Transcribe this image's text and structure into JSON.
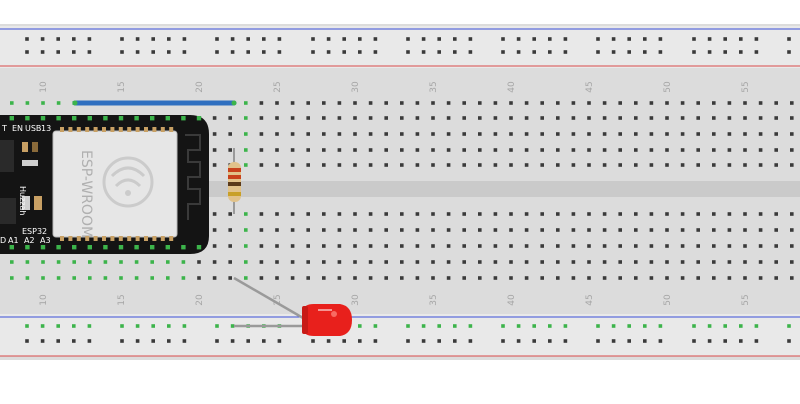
{
  "breadboard": {
    "column_numbers": [
      "10",
      "15",
      "20",
      "25",
      "30",
      "35",
      "40",
      "45",
      "50",
      "55"
    ],
    "colors": {
      "board": "#dcdcdc",
      "rail_bg": "#e9e9e9",
      "center_channel": "#c9c9c9",
      "hole": "#3a3a3a",
      "hole_connected": "#3cb44b",
      "rail_line_red": "#d94a4a",
      "rail_line_blue": "#3a4fd8",
      "label": "#a6a6a6"
    }
  },
  "esp32": {
    "module_label": "ESP-WROOM",
    "board_name": "Huzzah",
    "chip_label": "ESP32",
    "top_pins": [
      "T",
      "EN",
      "USB",
      "13"
    ],
    "bottom_pins": [
      "D",
      "A1",
      "A2",
      "A3"
    ],
    "colors": {
      "pcb": "#141414",
      "shield": "#e6e6e6",
      "pad": "#c8a064"
    }
  },
  "jumper_wire": {
    "color": "#2f6fc0"
  },
  "resistor": {
    "bands": [
      "#c8421c",
      "#c8421c",
      "#5a3a1a",
      "#c8a028"
    ],
    "body": "#e1c28a"
  },
  "led": {
    "color": "#e8201c",
    "legs": "#9a9a9a"
  }
}
